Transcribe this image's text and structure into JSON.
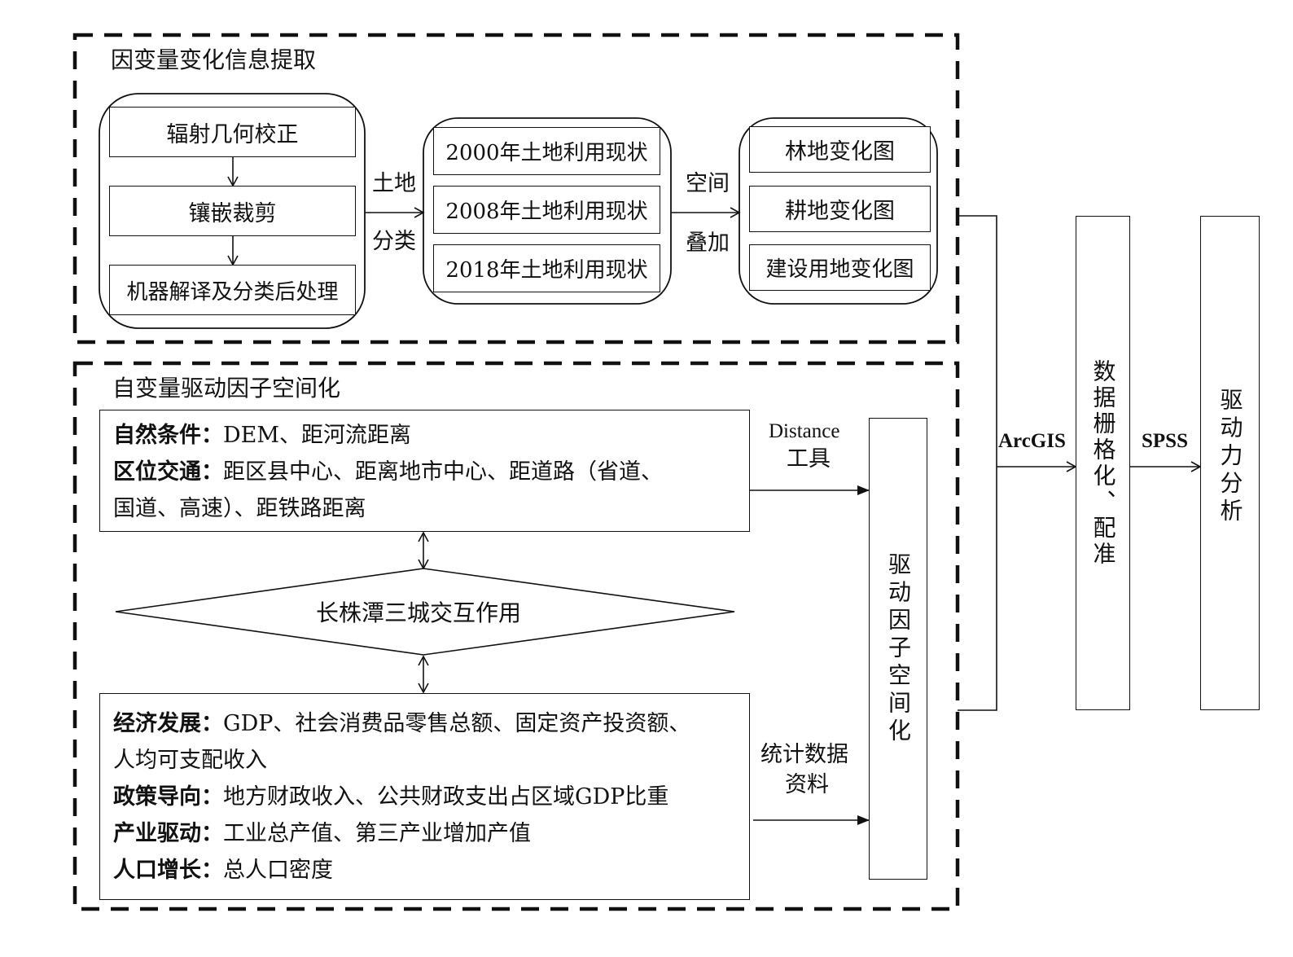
{
  "top_section": {
    "title": "因变量变化信息提取",
    "preprocess_steps": [
      "辐射几何校正",
      "镶嵌裁剪",
      "机器解译及分类后处理"
    ],
    "classify_label": [
      "土地",
      "分类"
    ],
    "land_use_status": [
      "2000年土地利用现状",
      "2008年土地利用现状",
      "2018年土地利用现状"
    ],
    "overlay_label": [
      "空间",
      "叠加"
    ],
    "change_maps": [
      "林地变化图",
      "耕地变化图",
      "建设用地变化图"
    ]
  },
  "bottom_section": {
    "title": "自变量驱动因子空间化",
    "natural_location_box": [
      {
        "heading": "自然条件：",
        "text": "DEM、距河流距离"
      },
      {
        "heading": "区位交通：",
        "text": "距区县中心、距离地市中心、距道路（省道、"
      },
      {
        "heading": "",
        "text": "国道、高速）、距铁路距离"
      }
    ],
    "interaction_diamond": "长株潭三城交互作用",
    "socioeconomic_box": [
      {
        "heading": "经济发展：",
        "text": "GDP、社会消费品零售总额、固定资产投资额、"
      },
      {
        "heading": "",
        "text": "人均可支配收入"
      },
      {
        "heading": "政策导向：",
        "text": "地方财政收入、公共财政支出占区域GDP比重"
      },
      {
        "heading": "产业驱动：",
        "text": "工业总产值、第三产业增加产值"
      },
      {
        "heading": "人口增长：",
        "text": "总人口密度"
      }
    ],
    "distance_tool_label": [
      "Distance",
      "工具"
    ],
    "statistics_label": [
      "统计数据",
      "资料"
    ],
    "spatialization_box": "驱动因子空间化"
  },
  "pipeline": {
    "arcgis_label": "ArcGIS",
    "rasterize_box": "数据栅格化、配准",
    "spss_label": "SPSS",
    "analysis_box": "驱动力分析"
  }
}
